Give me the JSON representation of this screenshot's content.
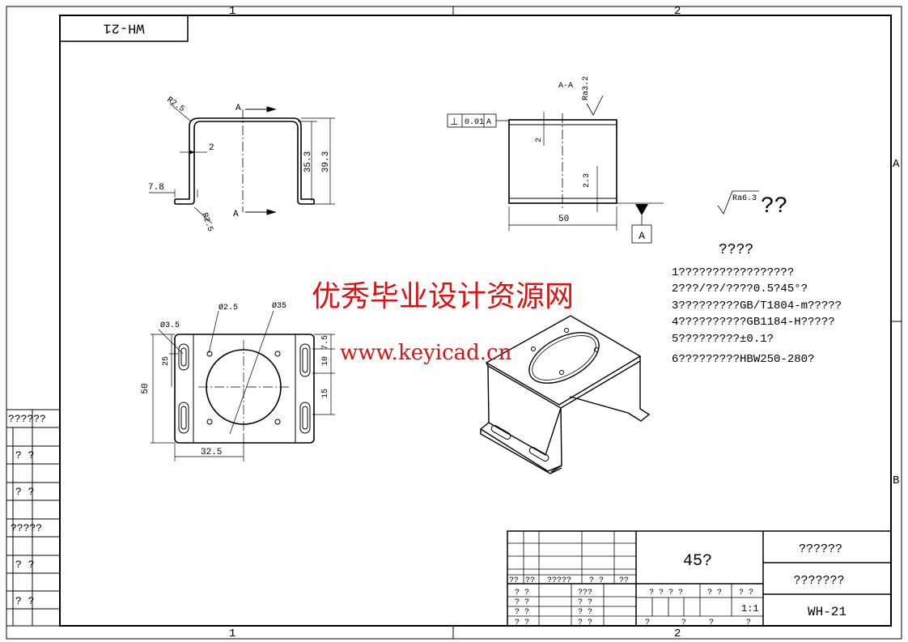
{
  "border": {
    "zone_top": [
      "1",
      "2"
    ],
    "zone_bottom": [
      "1",
      "2"
    ],
    "zone_right": [
      "A",
      "B"
    ]
  },
  "drawing_number_box": "WH-21",
  "section_view": {
    "cut_label_top": "A",
    "cut_label_bottom": "A",
    "dims": {
      "r_top": "R2.5",
      "r_bottom": "R2.5",
      "thickness": "2",
      "flange": "7.8",
      "inner_height": "35.3",
      "outer_height": "39.3"
    }
  },
  "front_view": {
    "section_title": "A-A",
    "roughness": "Ra3.2",
    "perpendicularity_symbol": "⊥",
    "perpendicularity_tol": "0.01",
    "perpendicularity_datum": "A",
    "dims": {
      "top": "2",
      "bottom": "2.3",
      "width": "50"
    },
    "datum_label": "A"
  },
  "general_roughness": {
    "label": "Ra6.3",
    "suffix": "??"
  },
  "top_view": {
    "dims": {
      "slot_dia": "Ø3.5",
      "hole_dia": "Ø2.5",
      "bore_dia": "Ø35",
      "height_25": "25",
      "height_50": "50",
      "right_75": "7.5",
      "right_10": "10",
      "right_15": "15",
      "bottom_325": "32.5"
    }
  },
  "notes": {
    "title": "????",
    "items": [
      "1?????????????????",
      "2???/??/????0.5?45°?",
      "3?????????GB/T1804-m?????",
      "4??????????GB1184-H?????",
      "5?????????±0.1?",
      "6?????????HBW250-280?"
    ]
  },
  "watermark": {
    "line1": "优秀毕业设计资源网",
    "line2": "www.keyicad.cn"
  },
  "side_table": [
    "??????",
    "?  ?",
    "?  ?",
    "?????",
    "?  ?",
    "?  ?"
  ],
  "title_block": {
    "material": "45?",
    "company": "??????",
    "part_name": "???????",
    "drawing_no": "WH-21",
    "header_row": [
      "??",
      "??",
      "?????",
      "? ?",
      "??"
    ],
    "left_rows": [
      [
        "? ?",
        "???"
      ],
      [
        "? ?",
        "? ?"
      ],
      [
        "? ?",
        "? ?"
      ],
      [
        "? ?",
        "? ?"
      ]
    ],
    "stage_labels": [
      "? ? ? ?",
      "? ?",
      "? ?"
    ],
    "scale": "1:1",
    "bottom_labels": [
      "?",
      "?",
      "?",
      "?"
    ]
  }
}
